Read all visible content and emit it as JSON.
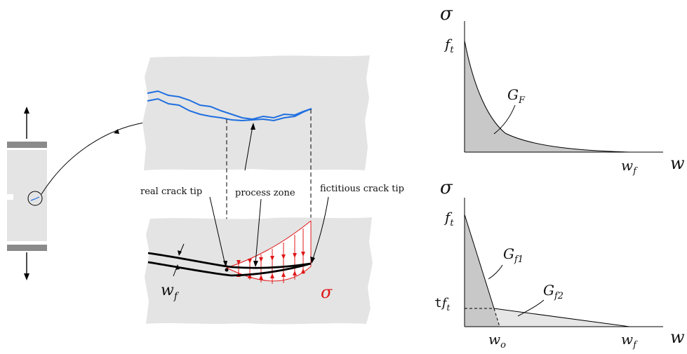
{
  "colors": {
    "crack_blue": "#1f6fe0",
    "stress_red": "#e01818",
    "material_gray": "#e4e4e4",
    "area_dark": "#c8c8c8",
    "area_light": "#e6e6e6"
  },
  "labels": {
    "real_crack_tip": "real crack tip",
    "process_zone": "process zone",
    "fictitious_crack_tip": "fictitious crack tip",
    "sigma_red": "σ"
  },
  "math_labels": {
    "wf_crack": {
      "base": "w",
      "sub": "f"
    }
  },
  "plot_top": {
    "y_axis": "σ",
    "x_axis": "w",
    "ft": {
      "base": "f",
      "sub": "t"
    },
    "GF": {
      "base": "G",
      "sub": "F"
    },
    "wf": {
      "base": "w",
      "sub": "f"
    }
  },
  "plot_bottom": {
    "y_axis": "σ",
    "x_axis": "w",
    "ft": {
      "base": "f",
      "sub": "t"
    },
    "tft": {
      "pre": "t",
      "base": "f",
      "sub": "t"
    },
    "Gf1": {
      "base": "G",
      "sub": "f1"
    },
    "Gf2": {
      "base": "G",
      "sub": "f2"
    },
    "w0": {
      "base": "w",
      "sub": "o"
    },
    "wf": {
      "base": "w",
      "sub": "f"
    }
  }
}
